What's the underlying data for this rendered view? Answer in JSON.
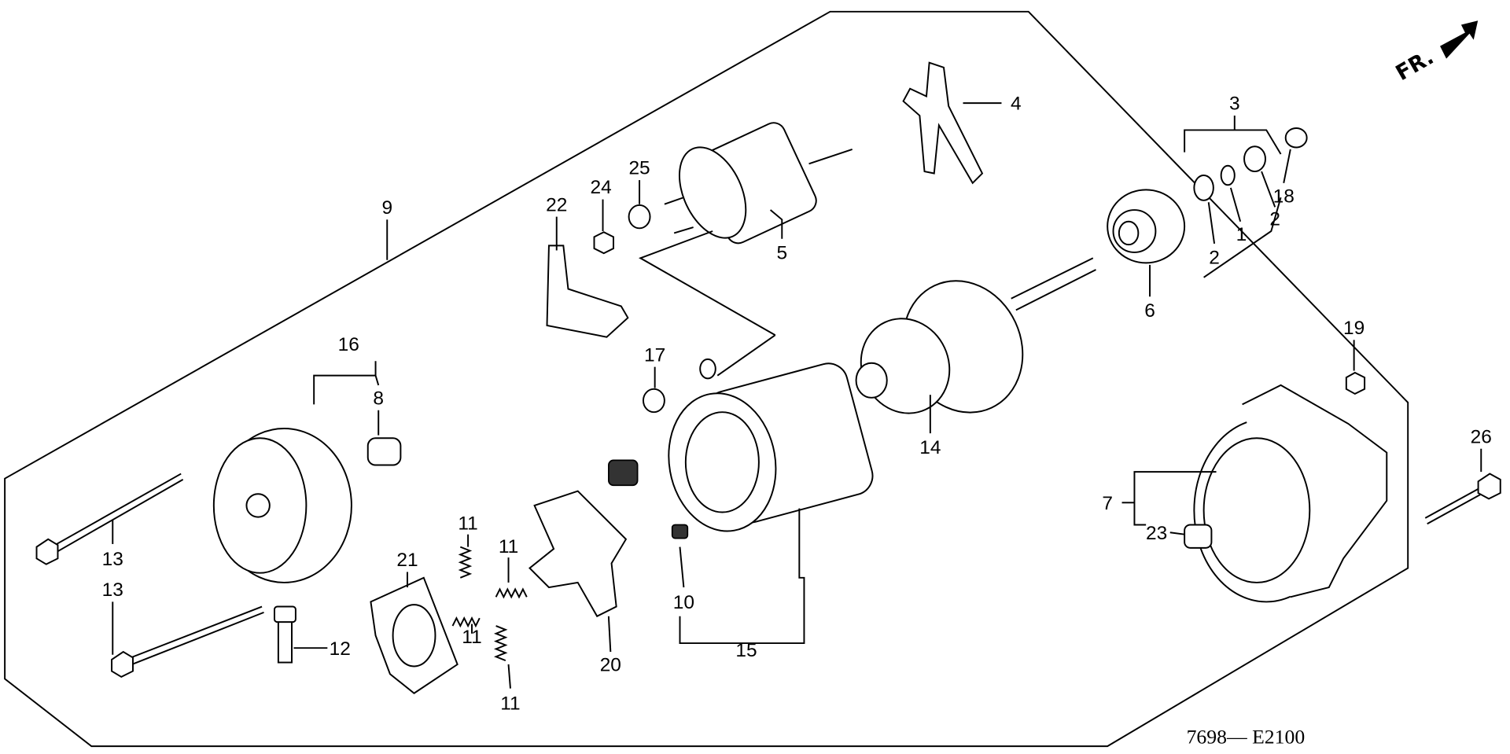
{
  "diagram": {
    "direction_label": "FR.",
    "code": "7698— E2100",
    "callouts": {
      "c1": "1",
      "c2a": "2",
      "c2b": "2",
      "c3": "3",
      "c4": "4",
      "c5": "5",
      "c6": "6",
      "c7": "7",
      "c8": "8",
      "c9": "9",
      "c10": "10",
      "c11a": "11",
      "c11b": "11",
      "c11c": "11",
      "c11d": "11",
      "c12": "12",
      "c13a": "13",
      "c13b": "13",
      "c14": "14",
      "c15": "15",
      "c16": "16",
      "c17": "17",
      "c18": "18",
      "c19": "19",
      "c20": "20",
      "c21": "21",
      "c22": "22",
      "c23": "23",
      "c24": "24",
      "c25": "25",
      "c26": "26"
    }
  }
}
